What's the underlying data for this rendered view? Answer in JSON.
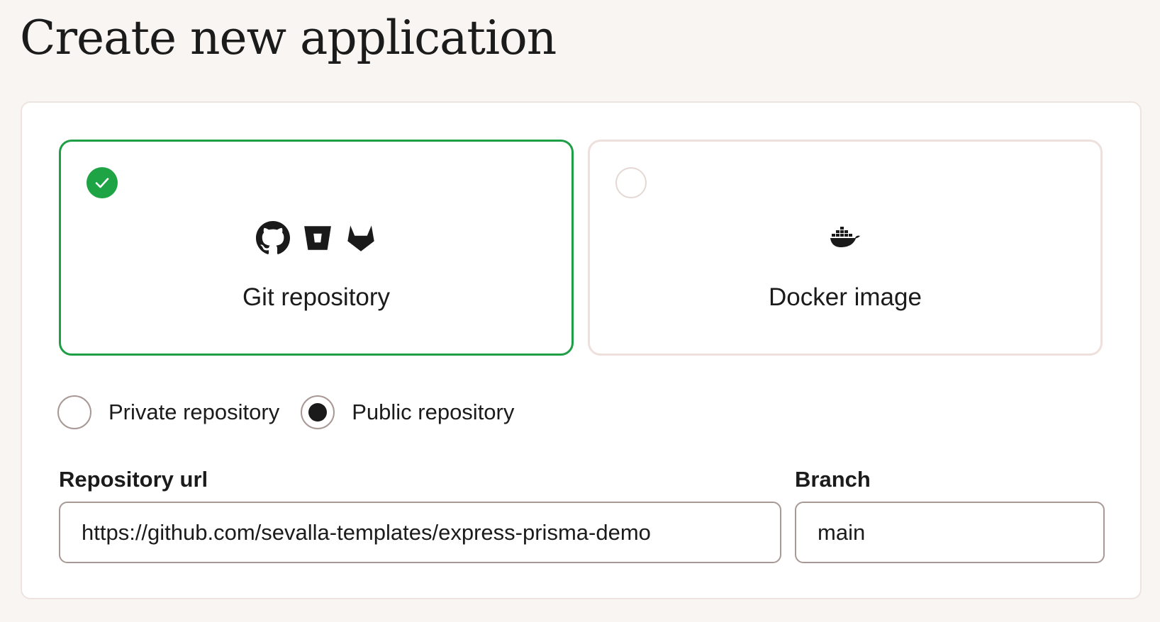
{
  "page": {
    "title": "Create new application"
  },
  "source_options": [
    {
      "label": "Git repository",
      "selected": true,
      "icons": [
        "github-icon",
        "bitbucket-icon",
        "gitlab-icon"
      ]
    },
    {
      "label": "Docker image",
      "selected": false,
      "icons": [
        "docker-icon"
      ]
    }
  ],
  "visibility": {
    "options": [
      {
        "label": "Private repository",
        "checked": false
      },
      {
        "label": "Public repository",
        "checked": true
      }
    ]
  },
  "fields": {
    "repository_url": {
      "label": "Repository url",
      "value": "https://github.com/sevalla-templates/express-prisma-demo"
    },
    "branch": {
      "label": "Branch",
      "value": "main"
    }
  },
  "colors": {
    "accent": "#1ea444",
    "background": "#f8f5f2",
    "border": "#a89896"
  }
}
